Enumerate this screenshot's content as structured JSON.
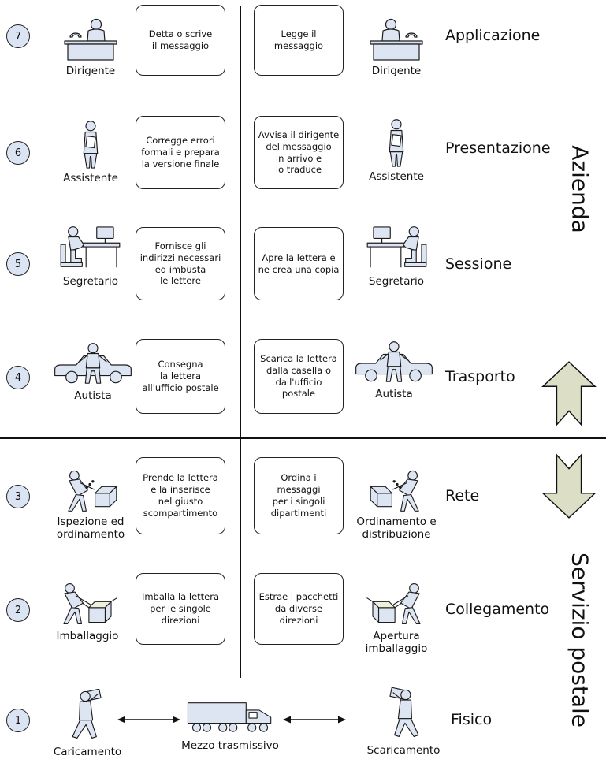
{
  "diagram": {
    "group_labels": {
      "top_right": "Azienda",
      "bottom_right": "Servizio postale"
    },
    "rows": [
      {
        "number": "7",
        "layer": "Applicazione",
        "left_figure_label": "Dirigente",
        "left_box_text": "Detta o scrive\nil messaggio",
        "right_box_text": "Legge il\nmessaggio",
        "right_figure_label": "Dirigente"
      },
      {
        "number": "6",
        "layer": "Presentazione",
        "left_figure_label": "Assistente",
        "left_box_text": "Corregge errori\nformali e prepara\nla versione finale",
        "right_box_text": "Avvisa il dirigente\ndel messaggio\nin arrivo e\nlo traduce",
        "right_figure_label": "Assistente"
      },
      {
        "number": "5",
        "layer": "Sessione",
        "left_figure_label": "Segretario",
        "left_box_text": "Fornisce gli\nindirizzi necessari\ned imbusta\nle lettere",
        "right_box_text": "Apre la lettera e\nne crea una copia",
        "right_figure_label": "Segretario"
      },
      {
        "number": "4",
        "layer": "Trasporto",
        "left_figure_label": "Autista",
        "left_box_text": "Consegna\nla lettera\nall'ufficio postale",
        "right_box_text": "Scarica la lettera\ndalla casella o\ndall'ufficio postale",
        "right_figure_label": "Autista"
      },
      {
        "number": "3",
        "layer": "Rete",
        "left_figure_label": "Ispezione ed\nordinamento",
        "left_box_text": "Prende la lettera\ne la inserisce\nnel giusto\nscompartimento",
        "right_box_text": "Ordina i messaggi\nper i singoli\ndipartimenti",
        "right_figure_label": "Ordinamento e\ndistribuzione"
      },
      {
        "number": "2",
        "layer": "Collegamento",
        "left_figure_label": "Imballaggio",
        "left_box_text": "Imballa la lettera\nper le singole\ndirezioni",
        "right_box_text": "Estrae i pacchetti\nda diverse\ndirezioni",
        "right_figure_label": "Apertura\nimballaggio"
      },
      {
        "number": "1",
        "layer": "Fisico",
        "left_figure_label": "Caricamento",
        "middle_label": "Mezzo trasmissivo",
        "right_figure_label": "Scaricamento"
      }
    ],
    "colors": {
      "figure_fill": "#dde5f3",
      "circle_fill": "#dbe4f2",
      "arrow_fill": "#dcdfc5",
      "line_color": "#111111"
    }
  }
}
